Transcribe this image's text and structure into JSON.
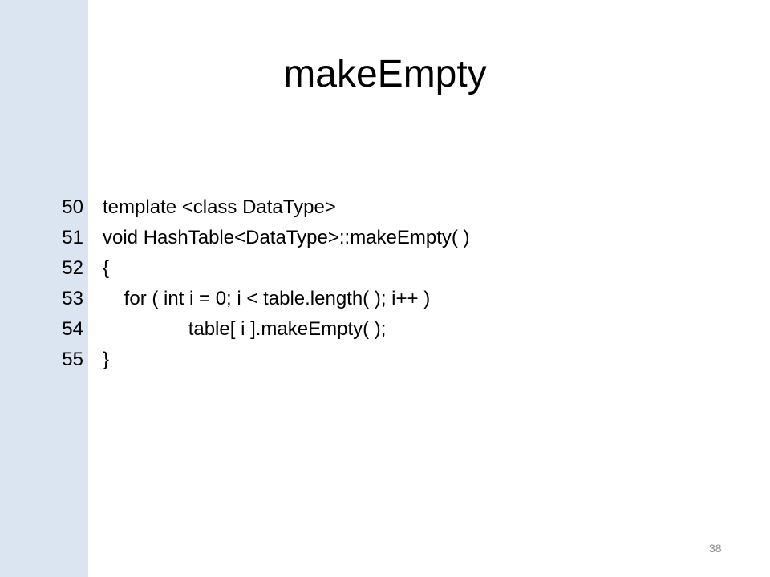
{
  "slide": {
    "title": "makeEmpty",
    "page_number": "38"
  },
  "code": {
    "lines": [
      {
        "number": "50",
        "text": "template <class DataType>"
      },
      {
        "number": "51",
        "text": "void HashTable<DataType>::makeEmpty( )"
      },
      {
        "number": "52",
        "text": "{"
      },
      {
        "number": "53",
        "text": "    for ( int i = 0; i < table.length( ); i++ )"
      },
      {
        "number": "54",
        "text": "                table[ i ].makeEmpty( );"
      },
      {
        "number": "55",
        "text": "}"
      }
    ]
  },
  "colors": {
    "left_band": "#dbe5f1",
    "background": "#ffffff",
    "text": "#000000",
    "page_number": "#8c8c8c"
  }
}
